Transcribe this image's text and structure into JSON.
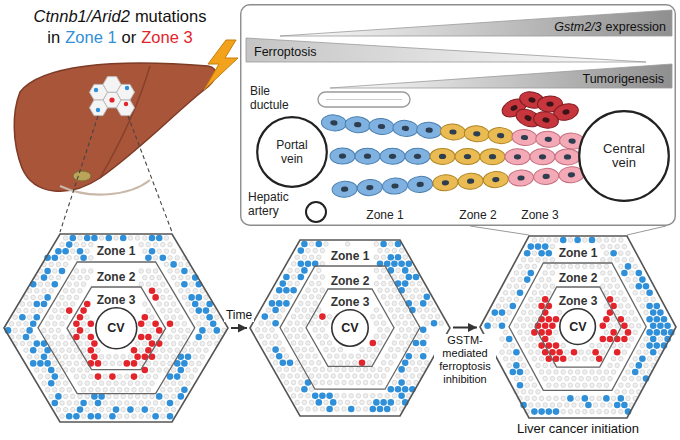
{
  "diagram": {
    "nodes": [
      {
        "text": [
          "Bile ductule",
          "Hepatic artery",
          "Zone 1",
          "Zone 2",
          "Zone 3"
        ]
      },
      {
        "text": [
          "Gstm2/3",
          "expression"
        ],
        "in": 0
      },
      {
        "text": [
          "Ferroptosis"
        ],
        "in": 0
      },
      {
        "text": [
          "Tumorigenesis"
        ],
        "in": 0
      },
      {
        "text": [
          "Portal vein"
        ],
        "in": 0
      },
      {
        "text": [
          "Central vein"
        ],
        "in": 0
      },
      {
        "text": [
          "Zone 1"
        ]
      },
      {
        "text": [
          "Zone 2"
        ],
        "in": 6
      },
      {
        "text": [
          "Zone 3"
        ],
        "in": 7
      },
      {
        "text": [
          "CV"
        ],
        "in": 8
      },
      {
        "text": [
          "Zone 1"
        ]
      },
      {
        "text": [
          "Zone 2"
        ],
        "in": 10
      },
      {
        "text": [
          "Zone 3"
        ],
        "in": 11
      },
      {
        "text": [
          "CV"
        ],
        "in": 12
      },
      {
        "text": [
          "Zone 1"
        ]
      },
      {
        "text": [
          "Zone 2"
        ],
        "in": 14
      },
      {
        "text": [
          "Zone 3"
        ],
        "in": 15
      },
      {
        "text": [
          "CV"
        ],
        "in": 16
      }
    ],
    "edges": [
      {
        "from": 6,
        "to": 10,
        "arrow": "to",
        "label": "Time"
      },
      {
        "from": 10,
        "to": 14,
        "arrow": "to",
        "label": "GSTM-mediated ferroptosis inhibition"
      }
    ],
    "labels": [
      "Ctnnb1/Arid2",
      "mutations",
      "in",
      "Zone 1",
      "or",
      "Zone 3",
      "Liver cancer initiation"
    ]
  }
}
